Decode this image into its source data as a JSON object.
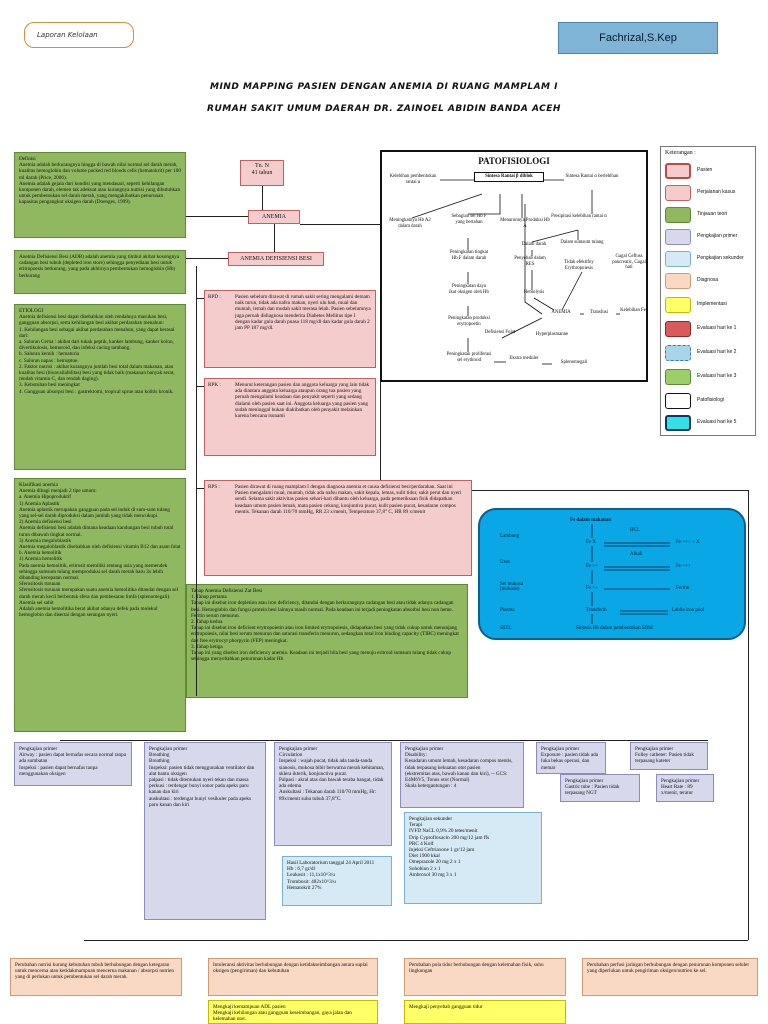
{
  "header": {
    "tag": "Laporan Kelolaan",
    "author": "Fachrizal,S.Kep",
    "title_line1": "MIND MAPPING PASIEN DENGAN ANEMIA DI RUANG MAMPLAM I",
    "title_line2": "RUMAH SAKIT UMUM DAERAH DR. ZAINOEL ABIDIN BANDA ACEH"
  },
  "left_column": {
    "definisi": "Definisi\nAnemia adalah berkurangnya hingga di bawah nilai normal sel darah merah, kualitas hemoglobin dan volume packed red bloods cells (hematokrit) per 100 ml darah (Price, 2006).\nAnemia adalah gejala dari kondisi yang mendasari, seperti kehilangan komponen darah, elemen tak adekuat atau kurangnya nutrisi yang dibutuhkan untuk pembentukan sel darah merah, yang mengakibatkan penurunan kapasitas pengangkut oksigen darah (Doenges, 1999).",
    "adb": "Anemia Defisiensi Besi (ADB) adalah anemia yang timbul akibat kosongnya cadangan besi tubuh (depleted iron store) sehingga penyediaan besi untuk eritropoesis berkurang, yang pada akhirnya pembentukan hemoglobin (Hb) berkurang",
    "etiologi": "ETIOLOGI\nAnemia defisiensi besi dapat disebabkan oleh rendahnya masukan besi, gangguan absorpsi, serta kehilangan besi akibat perdarahan menahun:\n1. Kehilangan besi sebagai akibat perdarahan menahun, yang dapat berasal dari:\na. Saluran Cerna : akibat dari tukak peptik, kanker lambung, kanker kolon, divertikulosis, hemoroid, dan infeksi cacing tambang.\nb. Saluran kemih : hematuria\nc. Saluran napas : hemoptoe.\n2. Faktor nutrisi : akibat kurangnya jumlah besi total dalam makanan, atau kualitas besi (bioavailabilitas) besi yang tidak baik (makanan banyak serat, rendah vitamin C, dan rendah daging).\n3. Kebutuhan besi meningkat\n4. Gangguan absorpsi besi : gastrektomi, tropical sprue atau kolitis kronik.",
    "klasifikasi": "Klasifikasi anemia\nAnemia dibagi menjadi 2 tipe umum:\na. Anemia Hipoproduktif\n1) Anemia Aplastik\nAnemia aplastik merupakan gangguan pada sel induk di sum-sum tulang yang sel-sel darah diproduksi dalam jumlah yang tidak mencukupi.\n2) Anemia defisiensi besi\nAnemia defisiensi besi adalah dimana keadaan kandungan besi tubuh total turun dibawah tingkat normal.\n3) Anemia megaloblastik\nAnemia megaloblastik disebabkan oleh defisiensi vitamin B12 dan asam folat\nb. Anemia hemolitik\n1) Anemia hemolitik\nPada anemia hemolitik, eritrosit memiliki rentang usia yang memendek sehingga sumsum tulang memproduksi sel darah merah baru 3x lebih dibanding kecepatan normal.\nSferositosis turunan\nSferositosis turunan merupakan suatu anemia hemolitika ditandai dengan sel darah merah kecil berbentuk sfera dan pembesaran limfa (splenomegali).\nAnemia sel sabit\nAdalah anemia hemolitika berat akibat adanya defek pada molekul hemoglobin dan disertai dengan serangan nyeri."
  },
  "center": {
    "patient": "Tn. N\n41 tahun",
    "anemia": "ANEMIA",
    "adb_node": "ANEMIA DEFISIENSI BESI",
    "rpd_label": "RPD :",
    "rpd": "Pasien sebelum dirawat di rumah sakit sering mengalami demam naik turun, tidak ada nafsu makan, nyeri ulu hati, mual dan muntah, lemah dan mudah sakit merasa lelah. Pasien sebelumnya juga pernah didiagnosa menderita Diabetes Mellitus tipe I dengan kadar gula darah puasa 118 mg/dl dan kadar gula darah 2 jam PP 187 mg/dl.",
    "rpk_label": "RPK :",
    "rpk": "Menurut keterangan pasien dan anggota keluarga yang lain tidak ada diantara anggota keluarga ataupun orang tua pasien yang pernah mengalami keadaan dan penyakit seperti yang sedang dialami oleh pasien saat ini. Anggota keluarga yang pasien yang sudah meninggal bukan diakibatkan oleh penyakit melainkan karena bencana tsunami",
    "rps_label": "RPS :",
    "rps": "Pasien dirawat di ruang mamplam I dengan diagnosa anemia et causa defisiensi besi/perdarahan. Saat ini Pasien mengalami mual, muntah, tidak ada nafsu makan, sakit kepala, lemas, sulit tidur, sakit perut dan nyeri sendi. Selama sakit aktivitas pasien sehari-hari dibantu oleh keluarga, pada pemeriksaan fisik didapatkan keadaan umum pasien lemah, mata pasien cekung, konjuntiva pucat, kulit pasien pucat, kesadaran compos mentis. Tekanan darah 110/70 mmHg, RR 23 x/menit, Temperature 37,8° C, HR 89 x/menit",
    "tahap": "Tahap Anemia Defisiensi Zat Besi\n1. Tahap pertama\nTahap ini disebut iron depletion atau iron deficiency, ditandai dengan berkurangnya cadangan besi atau tidak adanya cadangan besi. Hemoglobin dan fungsi protein besi lainnya masih normal. Pada keadaan ini terjadi peningkatan absorbsi besi non heme. Feritin serum menurun.\n2. Tahap kedua\nTahap ini disebut iron deficient erytropoietin atau iron limited erytropoiesis, didapatkan besi yang tidak cukup untuk menunjang eritropoiesis, nilai besi serum menurun dan saturasi transferin menurun, sedangkan total iron binding capacity (TIBC) meningkat dan free erytrocyt phorpyrin (FEP) meningkat.\n3. Tahap ketiga\nTahap ini yang disebut iron deficiency anemia. Keadaan ini terjadi bila besi yang menuju eritroid sumsum tulang tidak cukup sehingga menyebabkan penurunan kadar Hb"
  },
  "pathophysiology": {
    "title": "PATOFISIOLOGI",
    "nodes": [
      "Kelebihan pembentukan rantai α",
      "Sintesa Rantai β diblok",
      "Sintesa Rantai α berlebihan",
      "Meningkatnya Hb A2 dalam darah",
      "Sebagian sel Hb F yang bertahan",
      "Menurunnya Produksi Hb A",
      "Presipitasi kelebihan rantai α",
      "Peningkatan tingkat Hb F dalam darah",
      "Dalam darah",
      "Dalam sumsum tulang",
      "Peningkatan daya ikat oksigen oleh Hb",
      "Penyebab dalam RES",
      "Tidak efektifny Erythropoiesis",
      "Gagal Cefluss pancreatic, Gagal hati",
      "Hemolysis",
      "Peningkatan produksi erytropoetin",
      "ANEMIA",
      "Transfusi",
      "Kelebihan Fe",
      "Defisiensi Folat",
      "Hyperplasmanne",
      "Peningkatan proliferasi sel erythroid",
      "Ekstra meduler",
      "Splenomegali"
    ]
  },
  "legend": {
    "title": "Keterangan :",
    "items": [
      {
        "label": "Pasien",
        "color": "#f4cccc"
      },
      {
        "label": "Perjalanan kasus",
        "color": "#f4cccc"
      },
      {
        "label": "Tinjauan teori",
        "color": "#8fb860"
      },
      {
        "label": "Pengkajian primer",
        "color": "#d8d8ec"
      },
      {
        "label": "Pengkajian sekunder",
        "color": "#d6eaf6"
      },
      {
        "label": "Diagnosa",
        "color": "#f9d8c4"
      },
      {
        "label": "Implementasi",
        "color": "#ffff66"
      },
      {
        "label": "Evaluasi hari ke 1",
        "color": "#d85a5a"
      },
      {
        "label": "Evaluasi hari ke 2",
        "color": "#a8d4ec"
      },
      {
        "label": "Evaluasi hari ke 3",
        "color": "#9ccf6a"
      },
      {
        "label": "Patofisiologi",
        "color": "#ffffff"
      },
      {
        "label": "Evaluasi hari ke 5",
        "color": "#33e0e8"
      }
    ]
  },
  "iron_cycle": {
    "title": "Fe dalam makanan",
    "labels": [
      "Lambung",
      "Usus",
      "Sel mukosa (mukosit)",
      "Plasma",
      "SSTL",
      "HCL",
      "Fe X",
      "Fe +++ + X",
      "Alkali",
      "Fe ++",
      "Fe ++",
      "Fe +++",
      "Feritin",
      "Transferin",
      "Labile iron pool",
      "Sintesis Hb dalam pembentukan SDM"
    ]
  },
  "assessment": {
    "airway": "Pengkajian primer\nAirway : pasien dapat bernafas secara normal tanpa ada sumbatan\nInspeksi : pasien dapat bernafas tanpa menggunakan oksigen",
    "breathing": "Pengkajian primer\nBreathing\nBreathing\nInspeksi: pasien tidak menggunakan ventilator dan alat bantu oksigen\npalpasi : tidak ditemukan nyeri tekan dan massa\nperkusi : terdengar bunyi sonor pada apeks paru kanan dan kiri\nauskultasi : terdengar bunyi vesikuler pada apeks paru kanan dan kiri",
    "circulation": "Pengkajian primer\nCirculation\nInspeksi : wajah pucat, tidak ada tanda-tanda sianosis, mukosa bibir berwarna merah kehitaman, sklera ikterik, konjunctiva pucat.\nPalpasi : akral atas dan bawah teraba hangat, tidak ada edema\nAuskultasi : Tekanan darah 110/70 mmHg, Hr: 89x/menit suhu tubuh 37,8°C.",
    "lab": "Hasil Laboratorium tanggal 24 April 2011\nHb : 6,7 gr/dl\nLeukosit : 11,1x10^3/u\nTrombosit: 482x10^3/u\nHematokrit 27%",
    "disability": "Pengkajian primer\nDisability:\nKesadaran umum lemah, kesadaran compos mentis, tidak terpasang kekuatan otot pasien\n(ekstremitas atas, bawah kanan dan kiri), -- GCS: E4M6V5, Tonus otot (Normal)\nSkala ketergantungan : 4",
    "sekunder": "Pengkajian sekunder\nTerapi\nIVFD NaCL 0,9% 20 tetes/menit\nDrip Cyprofloxacin 200 mg/12 jam ffs\nPRC 4 Kolf\nInjeksi Ceftriaxone 1 gr/12 jam\nDiet 1900 kkal\nOmeprazole 20 mg 2 x 1\nSohobion 2 x 1\nAmbroxol 30 mg 3 x 1",
    "exposure": "Pengkajian primer\nExposure : pasien tidak ada luka bekas operasi, dan memar",
    "folley": "Pengkajian primer\nFolley catheter: Pasien tidak terpasang kateter",
    "gastric": "Pengkajian primer\nGastric tube : Pasien tidak terpasang NGT",
    "heart": "Pengkajian primer\nHeart Rate : 89 x/menit, teratur"
  },
  "diagnoses": [
    "Perubahan nutrisi kurang kebutuhan tubuh berhubungan dengan ketegaran untuk mencerna atau ketidakmampuan mencerna makanan / absorpsi nutrien yang di perlukan untuk pembentukan sel darah merah.",
    "Intoleransi aktivitas berhubungan dengan ketidakseimbangan antara suplai oksigen (pengiriman) dan kebutuhan",
    "Perubahan pola tidur berhubungan dengan kelemahan fisik, suhu lingkungan",
    "Perubahan perfusi jaringan berhubungan dengan penurunan komponen seluler yang diperlukan untuk pengiriman oksigen/nutrien ke sel."
  ],
  "implementations": [
    "Mengkaji kemampuan ADL pasien\nMengkaji kehilangan atau gangguan keseimbangan, gaya jalan dan kelemahan otot.",
    "Mengkaji penyebab gangguan tidur"
  ]
}
